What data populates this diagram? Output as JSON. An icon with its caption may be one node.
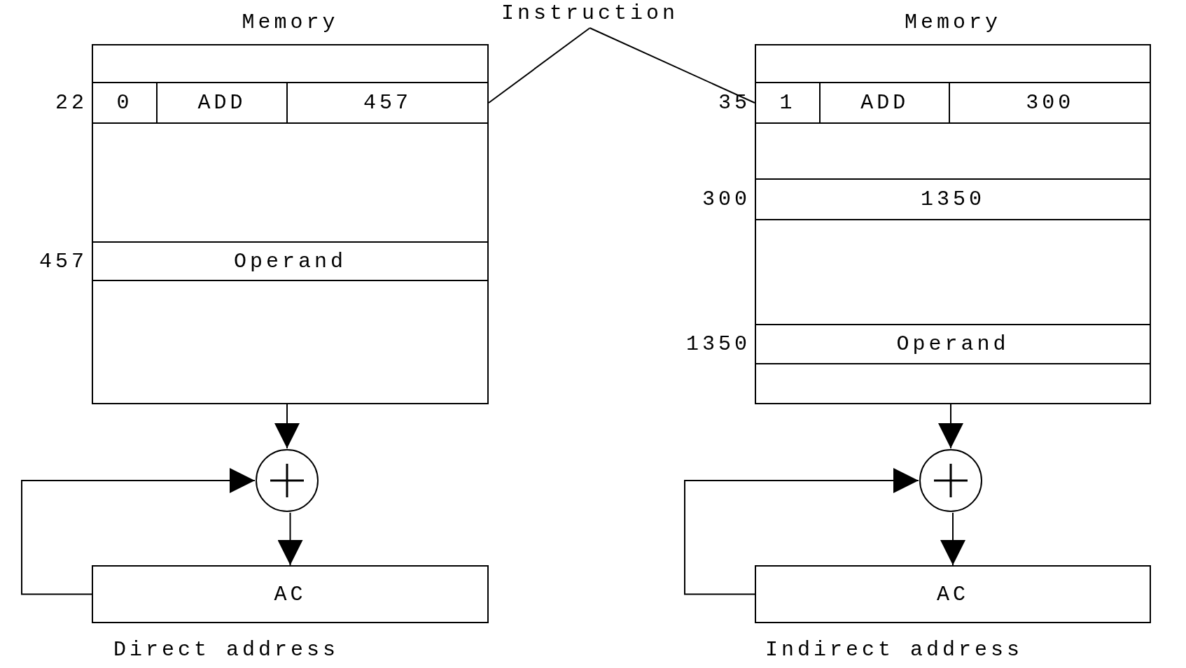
{
  "diagram": {
    "nodes": [
      {
        "text": [
          "Memory"
        ]
      },
      {
        "text": [
          "0",
          "ADD",
          "457"
        ],
        "in": 0,
        "beside": [
          "22"
        ]
      },
      {
        "text": [
          "Operand"
        ],
        "in": 0,
        "beside": [
          "457"
        ]
      },
      {
        "text": [],
        "shape": "circle"
      },
      {
        "text": [
          "AC"
        ]
      },
      {
        "text": [
          "Instruction"
        ]
      },
      {
        "text": [
          "Memory"
        ]
      },
      {
        "text": [
          "1",
          "ADD",
          "300"
        ],
        "in": 6,
        "beside": [
          "35"
        ]
      },
      {
        "text": [
          "1350"
        ],
        "in": 6,
        "beside": [
          "300"
        ]
      },
      {
        "text": [
          "Operand"
        ],
        "in": 6,
        "beside": [
          "1350"
        ]
      },
      {
        "text": [],
        "shape": "circle"
      },
      {
        "text": [
          "AC"
        ]
      }
    ],
    "edges": [
      {
        "from": 5,
        "to": 1,
        "arrow": "none"
      },
      {
        "from": 5,
        "to": 7,
        "arrow": "none"
      },
      {
        "from": 2,
        "to": 3,
        "arrow": "to"
      },
      {
        "from": 3,
        "to": 4,
        "arrow": "to"
      },
      {
        "from": 4,
        "to": 3,
        "arrow": "to"
      },
      {
        "from": 9,
        "to": 10,
        "arrow": "to"
      },
      {
        "from": 10,
        "to": 11,
        "arrow": "to"
      },
      {
        "from": 11,
        "to": 10,
        "arrow": "to"
      }
    ],
    "labels": [
      "Direct address",
      "Indirect address"
    ]
  }
}
